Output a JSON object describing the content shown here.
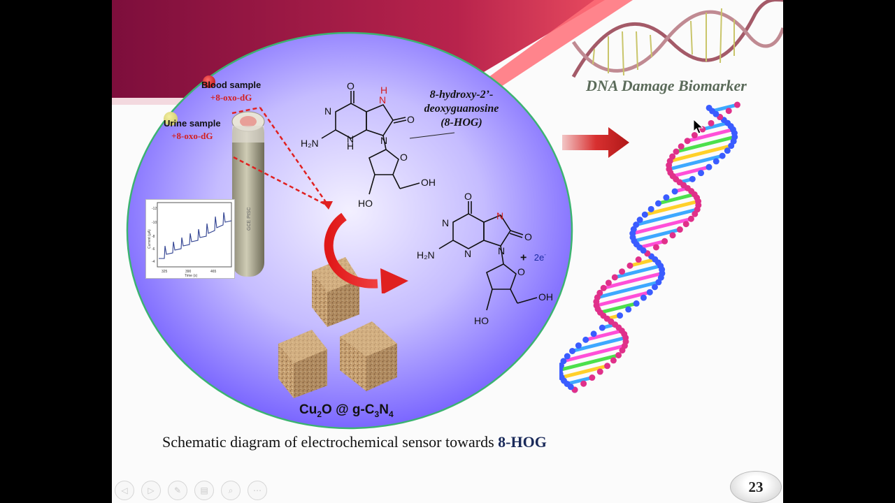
{
  "slide": {
    "title_right": "DNA Damage Biomarker",
    "caption_prefix": "Schematic diagram of electrochemical sensor towards",
    "caption_highlight": "8-HOG",
    "page_number": "23"
  },
  "samples": {
    "blood_label": "Blood sample",
    "blood_analyte": "+8-oxo-dG",
    "urine_label": "Urine  sample",
    "urine_analyte": "+8-oxo-dG"
  },
  "molecule": {
    "name_line1": "8-hydroxy-2’-",
    "name_line2": "deoxyguanosine",
    "name_line3": "(8-HOG)",
    "product_extra_plus": "+",
    "product_extra_electrons": "2e",
    "electron_sup": "-"
  },
  "electrode_label": "GCE PtSC",
  "material": {
    "part1": "Cu",
    "sub1": "2",
    "part2": "O @ g-C",
    "sub2": "3",
    "part3": "N",
    "sub3": "4"
  },
  "inset_plot": {
    "ylabel": "Current (µA)",
    "xlabel": "Time (s)",
    "yticks": [
      "-12",
      "-10",
      "-8",
      "-6",
      "-4"
    ],
    "xticks": [
      "325",
      "390",
      "465"
    ]
  },
  "atoms": {
    "o": "O",
    "n": "N",
    "h": "H",
    "nh2": "H₂N",
    "oh": "OH",
    "ho": "HO"
  },
  "colors": {
    "circle_center": "#f3f0ff",
    "circle_edge": "#7a66ff",
    "circle_border": "#3cb371",
    "banner": "#8e1042",
    "arrow_red": "#c62020"
  },
  "nav_icons": [
    "prev-icon",
    "next-icon",
    "pen-icon",
    "slides-icon",
    "zoom-icon",
    "more-icon"
  ]
}
